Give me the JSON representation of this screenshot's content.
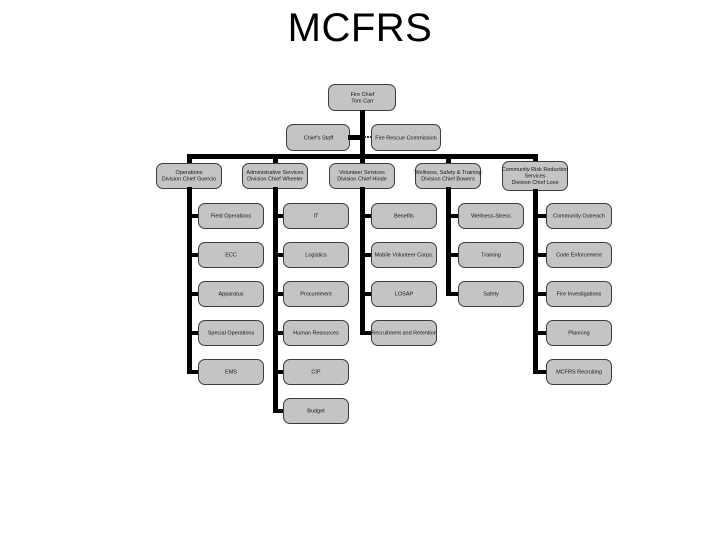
{
  "title": "MCFRS",
  "colors": {
    "background": "#ffffff",
    "node_fill": "#c4c4c4",
    "node_border": "#3c3c3c",
    "connector": "#000000",
    "title_text": "#000000",
    "node_text": "#161616"
  },
  "org": {
    "root": {
      "lines": [
        "Fire Chief",
        "Tom Carr"
      ]
    },
    "staff": {
      "label": "Chief's Staff",
      "connector": "solid"
    },
    "commission": {
      "label": "Fire Rescue Commission",
      "connector": "dotted"
    },
    "divisions": [
      {
        "name_lines": [
          "Operations",
          "Division Chief Guercio"
        ],
        "children": [
          "Field Operations",
          "ECC",
          "Apparatus",
          "Special Operations",
          "EMS"
        ]
      },
      {
        "name_lines": [
          "Administrative Services",
          "Division Chief Wheeler"
        ],
        "children": [
          "IT",
          "Logistics",
          "Procurement",
          "Human Resources",
          "CIP",
          "Budget"
        ]
      },
      {
        "name_lines": [
          "Volunteer Services",
          "Division Chief Hinde"
        ],
        "children": [
          "Benefits",
          "Mobile Volunteer Corps.",
          "LOSAP",
          "Recruitment and Retention"
        ]
      },
      {
        "name_lines": [
          "Wellness, Safety & Training",
          "Division Chief Bowers"
        ],
        "children": [
          "Wellness-Stress",
          "Training",
          "Safety"
        ]
      },
      {
        "name_lines": [
          "Community Risk Reduction",
          "Services",
          "Division Chief Love"
        ],
        "children": [
          "Community Outreach",
          "Code Enforcement",
          "Fire Investigations",
          "Planning",
          "MCFRS Recruiting"
        ]
      }
    ]
  }
}
